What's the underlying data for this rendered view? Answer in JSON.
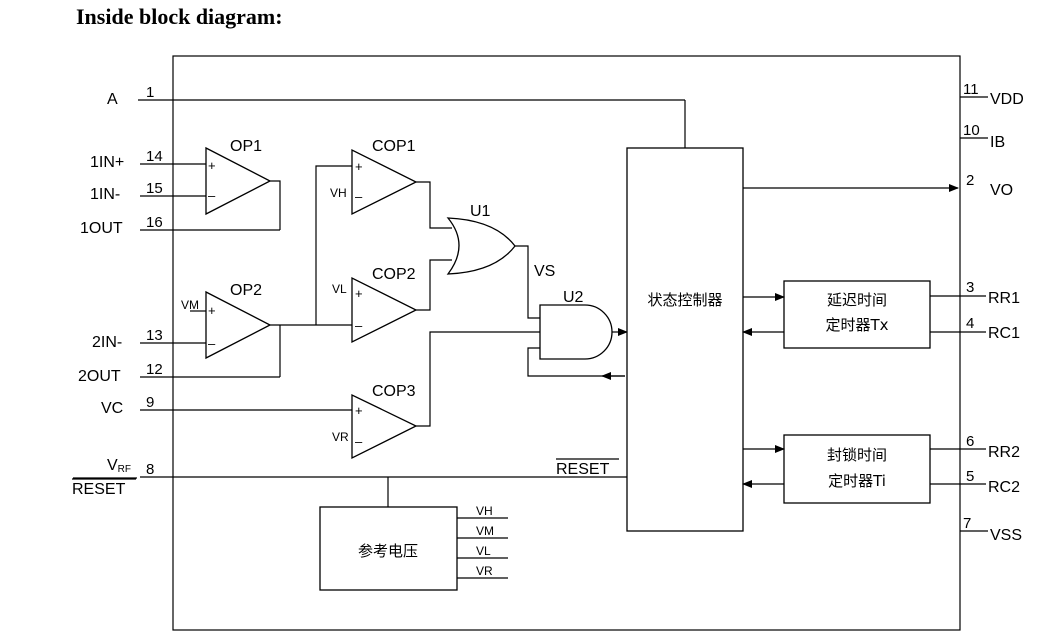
{
  "title": "Inside block diagram:",
  "pins": {
    "A": {
      "name": "A",
      "num": "1"
    },
    "IN1P": {
      "name": "1IN+",
      "num": "14"
    },
    "IN1N": {
      "name": "1IN-",
      "num": "15"
    },
    "OUT1": {
      "name": "1OUT",
      "num": "16"
    },
    "IN2N": {
      "name": "2IN-",
      "num": "13"
    },
    "OUT2": {
      "name": "2OUT",
      "num": "12"
    },
    "VC": {
      "name": "VC",
      "num": "9"
    },
    "VRF": {
      "name": "V",
      "name_sub": "RF",
      "name2": "RESET",
      "num": "8"
    },
    "VDD": {
      "name": "VDD",
      "num": "11"
    },
    "IB": {
      "name": "IB",
      "num": "10"
    },
    "VO": {
      "name": "VO",
      "num": "2"
    },
    "RR1": {
      "name": "RR1",
      "num": "3"
    },
    "RC1": {
      "name": "RC1",
      "num": "4"
    },
    "RR2": {
      "name": "RR2",
      "num": "6"
    },
    "RC2": {
      "name": "RC2",
      "num": "5"
    },
    "VSS": {
      "name": "VSS",
      "num": "7"
    }
  },
  "blocks": {
    "op1": "OP1",
    "op2": "OP2",
    "cop1": "COP1",
    "cop2": "COP2",
    "cop3": "COP3",
    "u1": "U1",
    "u2": "U2",
    "vs": "VS",
    "reset_label": "RESET",
    "controller": "状态控制器",
    "timer_tx_line1": "延迟时间",
    "timer_tx_line2": "定时器Tx",
    "timer_ti_line1": "封锁时间",
    "timer_ti_line2": "定时器Ti",
    "ref_voltage": "参考电压"
  },
  "refs": {
    "vh": "VH",
    "vm": "VM",
    "vl": "VL",
    "vr": "VR",
    "cop1_ref": "VH",
    "cop2_ref": "VL",
    "cop3_ref": "VR",
    "op2_ref": "VM"
  },
  "signs": {
    "plus": "+",
    "minus": "–"
  }
}
